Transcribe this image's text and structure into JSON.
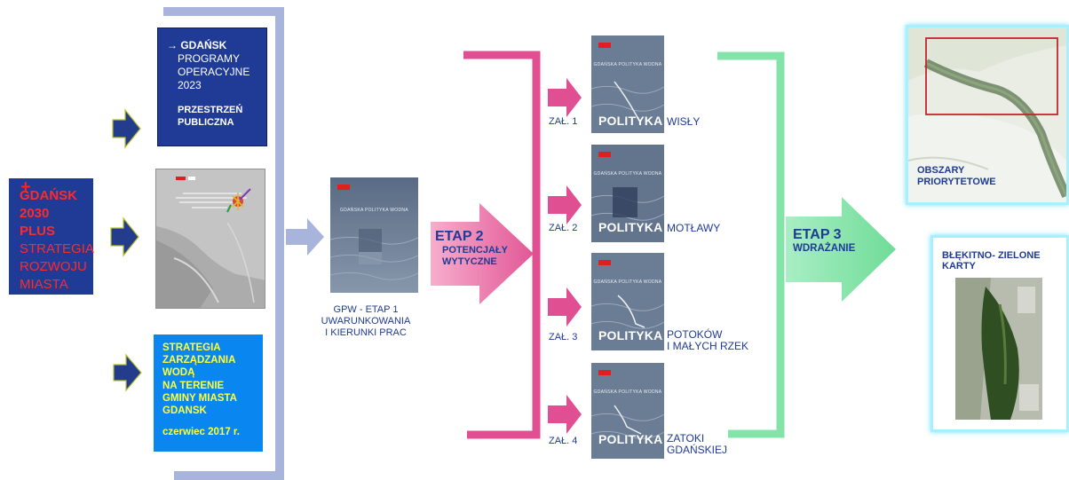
{
  "left_box": {
    "plus": "+",
    "line1": "GDAŃSK",
    "line2": "2030 PLUS",
    "line3": "STRATEGIA",
    "line4": "ROZWOJU",
    "line5": "MIASTA"
  },
  "programs_doc": {
    "arrow": "→",
    "city": "GDAŃSK",
    "line2": "PROGRAMY",
    "line3": "OPERACYJNE",
    "line4": "2023",
    "sub1": "PRZESTRZEŃ",
    "sub2": "PUBLICZNA"
  },
  "strategy_box": {
    "line1": "STRATEGIA",
    "line2": "ZARZĄDZANIA",
    "line3": "WODĄ",
    "line4": "NA TERENIE",
    "line5": "GMINY  MIASTA",
    "line6": "GDANSK",
    "date": "czerwiec 2017 r."
  },
  "center_doc": {
    "title": "GDAŃSKA POLITYKA WODNA",
    "cap1": "GPW - ETAP 1",
    "cap2": "UWARUNKOWANIA",
    "cap3": "I KIERUNKI PRAC"
  },
  "etap2": {
    "title": "ETAP 2",
    "line1": "POTENCJAŁY",
    "line2": "WYTYCZNE"
  },
  "etap3": {
    "title": "ETAP 3",
    "line1": "WDRAŻANIE"
  },
  "annexes": [
    {
      "zal": "ZAŁ. 1",
      "pol": "POLITYKA",
      "suffix1": "WISŁY",
      "suffix2": ""
    },
    {
      "zal": "ZAŁ. 2",
      "pol": "POLITYKA",
      "suffix1": "MOTŁAWY",
      "suffix2": ""
    },
    {
      "zal": "ZAŁ. 3",
      "pol": "POLITYKA",
      "suffix1": "POTOKÓW",
      "suffix2": "I MAŁYCH RZEK"
    },
    {
      "zal": "ZAŁ. 4",
      "pol": "POLITYKA",
      "suffix1": "ZATOKI",
      "suffix2": "GDAŃSKIEJ"
    }
  ],
  "cover_title": "GDAŃSKA POLITYKA WODNA",
  "right_top": {
    "line1": "OBSZARY",
    "line2": "PRIORYTETOWE"
  },
  "right_bottom": {
    "line1": "BŁĘKITNO- ZIELONE",
    "line2": "KARTY"
  },
  "colors": {
    "navy": "#1f3b95",
    "pink": "#e04f91",
    "green": "#84e3a8",
    "lavender": "#a9b4dc",
    "dark_arrow": "#233d8c",
    "arrow_outline": "#b7c22b"
  },
  "icons": [
    "right-arrow-icon"
  ]
}
